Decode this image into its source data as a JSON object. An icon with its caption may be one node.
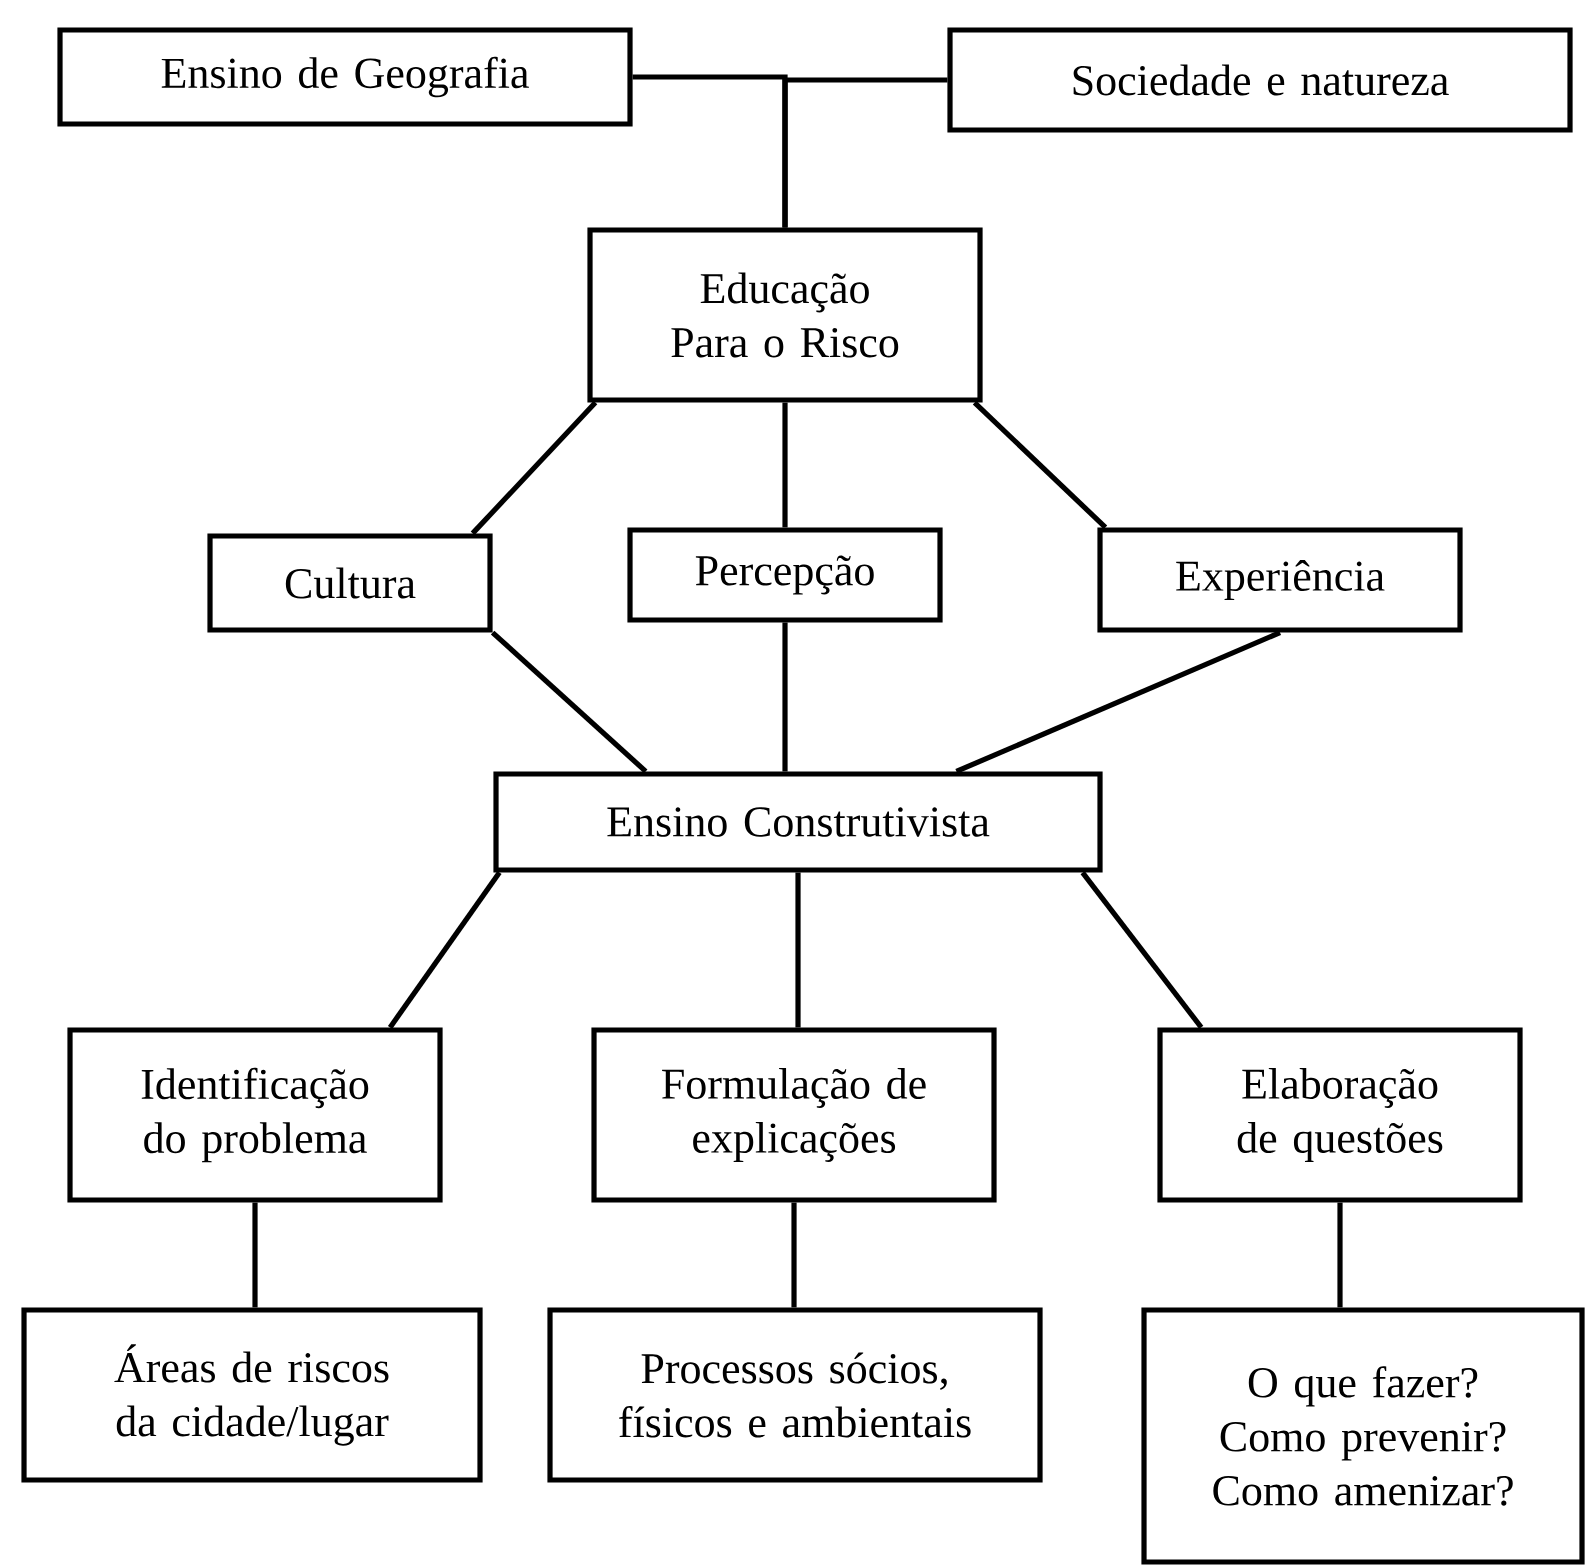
{
  "diagram": {
    "nodes": [
      {
        "text": [
          "Ensino de Geografia"
        ]
      },
      {
        "text": [
          "Sociedade e natureza"
        ]
      },
      {
        "text": [
          "Educação Para o Risco"
        ]
      },
      {
        "text": [
          "Cultura"
        ]
      },
      {
        "text": [
          "Percepção"
        ]
      },
      {
        "text": [
          "Experiência"
        ]
      },
      {
        "text": [
          "Ensino Construtivista"
        ]
      },
      {
        "text": [
          "Identificação do problema"
        ]
      },
      {
        "text": [
          "Formulação de explicações"
        ]
      },
      {
        "text": [
          "Elaboração de questões"
        ]
      },
      {
        "text": [
          "Áreas de riscos da cidade/lugar"
        ]
      },
      {
        "text": [
          "Processos sócios, físicos e ambientais"
        ]
      },
      {
        "text": [
          "O que fazer? Como prevenir? Como amenizar?"
        ]
      }
    ],
    "edges": [
      {
        "from": 0,
        "to": 2,
        "arrow": "none"
      },
      {
        "from": 1,
        "to": 2,
        "arrow": "none"
      },
      {
        "from": 2,
        "to": 3,
        "arrow": "none"
      },
      {
        "from": 2,
        "to": 4,
        "arrow": "none"
      },
      {
        "from": 2,
        "to": 5,
        "arrow": "none"
      },
      {
        "from": 3,
        "to": 6,
        "arrow": "none"
      },
      {
        "from": 4,
        "to": 6,
        "arrow": "none"
      },
      {
        "from": 5,
        "to": 6,
        "arrow": "none"
      },
      {
        "from": 6,
        "to": 7,
        "arrow": "none"
      },
      {
        "from": 6,
        "to": 8,
        "arrow": "none"
      },
      {
        "from": 6,
        "to": 9,
        "arrow": "none"
      },
      {
        "from": 7,
        "to": 10,
        "arrow": "none"
      },
      {
        "from": 8,
        "to": 11,
        "arrow": "none"
      },
      {
        "from": 9,
        "to": 12,
        "arrow": "none"
      }
    ]
  }
}
